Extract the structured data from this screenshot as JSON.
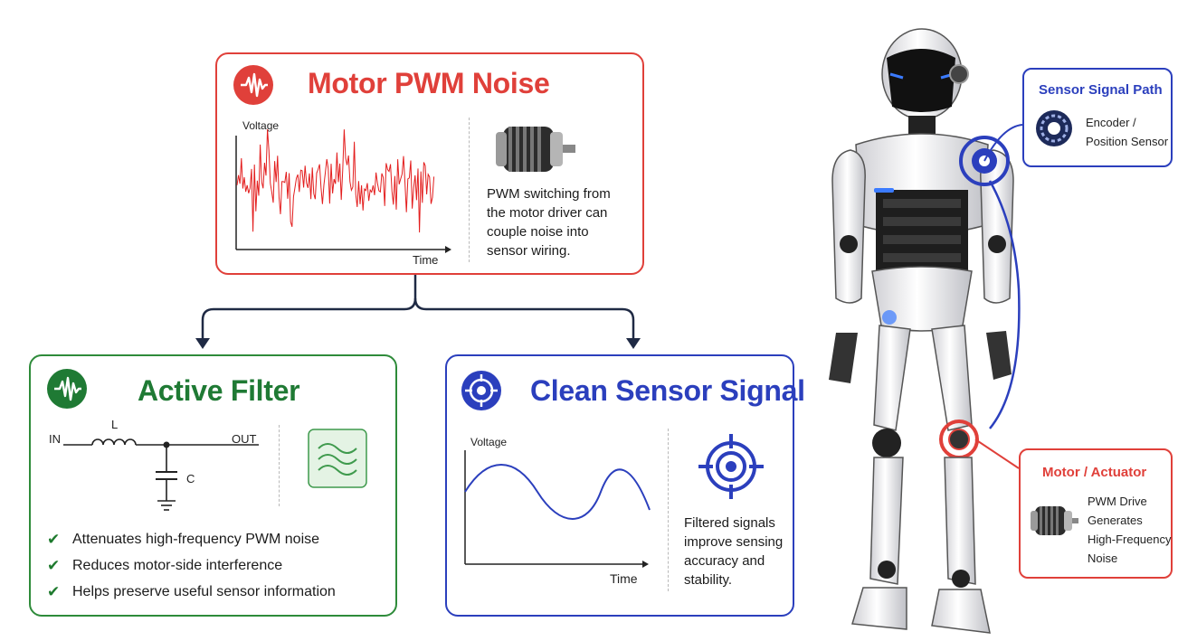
{
  "noise_panel": {
    "title": "Motor PWM Noise",
    "axis_y": "Voltage",
    "axis_x": "Time",
    "description": "PWM switching from the motor driver can couple noise into sensor wiring.",
    "accent": "#e0403a",
    "icon": "waveform-icon",
    "motor_icon": "motor-icon"
  },
  "filter_panel": {
    "title": "Active Filter",
    "accent": "#2e8b3a",
    "icon": "waveform-icon",
    "circuit": {
      "in": "IN",
      "out": "OUT",
      "inductor": "L",
      "capacitor": "C"
    },
    "filter_icon": "filter-waves-icon",
    "benefits": [
      "Attenuates high-frequency PWM noise",
      "Reduces motor-side interference",
      "Helps preserve useful sensor information"
    ]
  },
  "clean_panel": {
    "title": "Clean Sensor Signal",
    "accent": "#2b3fbd",
    "icon": "target-icon",
    "axis_y": "Voltage",
    "axis_x": "Time",
    "description": "Filtered signals improve sensing accuracy and stability."
  },
  "sensor_callout": {
    "title": "Sensor Signal Path",
    "text": "Encoder / Position Sensor",
    "icon": "encoder-icon",
    "accent": "#2b3fbd"
  },
  "motor_callout": {
    "title": "Motor / Actuator",
    "text": "PWM Drive Generates High-Frequency Noise",
    "icon": "motor-icon",
    "accent": "#e0403a"
  },
  "robot": {
    "icon": "humanoid-robot-icon"
  }
}
